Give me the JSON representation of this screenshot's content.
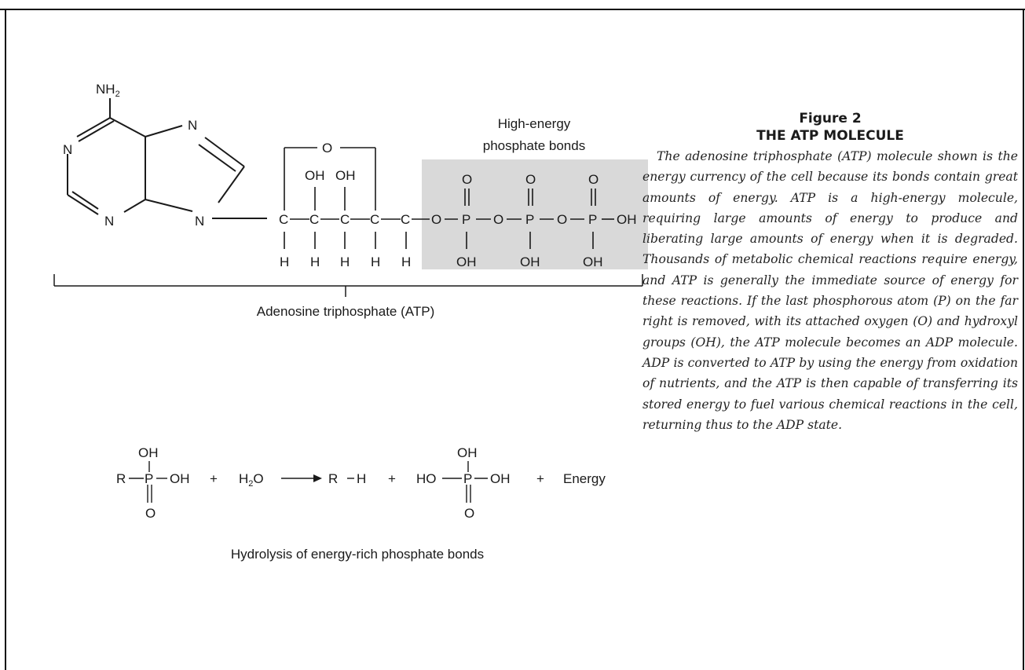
{
  "figure": {
    "number": "Figure 2",
    "title": "THE ATP MOLECULE",
    "body": "The adenosine triphosphate (ATP) molecule shown is the energy currency of the cell because its bonds contain great amounts of energy. ATP is a high-energy molecule, requiring large amounts of energy to produce and liberating large amounts of energy when it is degraded. Thousands of metabolic chemical reactions require energy, and ATP is generally the immediate source of energy for these reactions. If the last phosphorous atom (P) on the far right is removed, with its attached oxygen (O) and hydroxyl groups (OH), the ATP molecule becomes an ADP molecule. ADP is converted to ATP by using the energy from oxidation of nutrients, and the ATP is then capable of transferring its stored energy to fuel various chemical reactions in the cell, returning thus to the ADP state."
  },
  "atp": {
    "amine": "NH",
    "amine_sub": "2",
    "n": "N",
    "o": "O",
    "c": "C",
    "h": "H",
    "p": "P",
    "oh": "OH",
    "high_energy_line1": "High-energy",
    "high_energy_line2": "phosphate bonds",
    "label": "Adenosine triphosphate (ATP)",
    "highlight_color": "#d9d9d9"
  },
  "hydrolysis": {
    "r": "R",
    "p": "P",
    "oh": "OH",
    "o": "O",
    "h": "H",
    "ho": "HO",
    "plus": "+",
    "water": "H",
    "water_sub": "2",
    "water_o": "O",
    "energy": "Energy",
    "label": "Hydrolysis of energy-rich phosphate bonds"
  }
}
